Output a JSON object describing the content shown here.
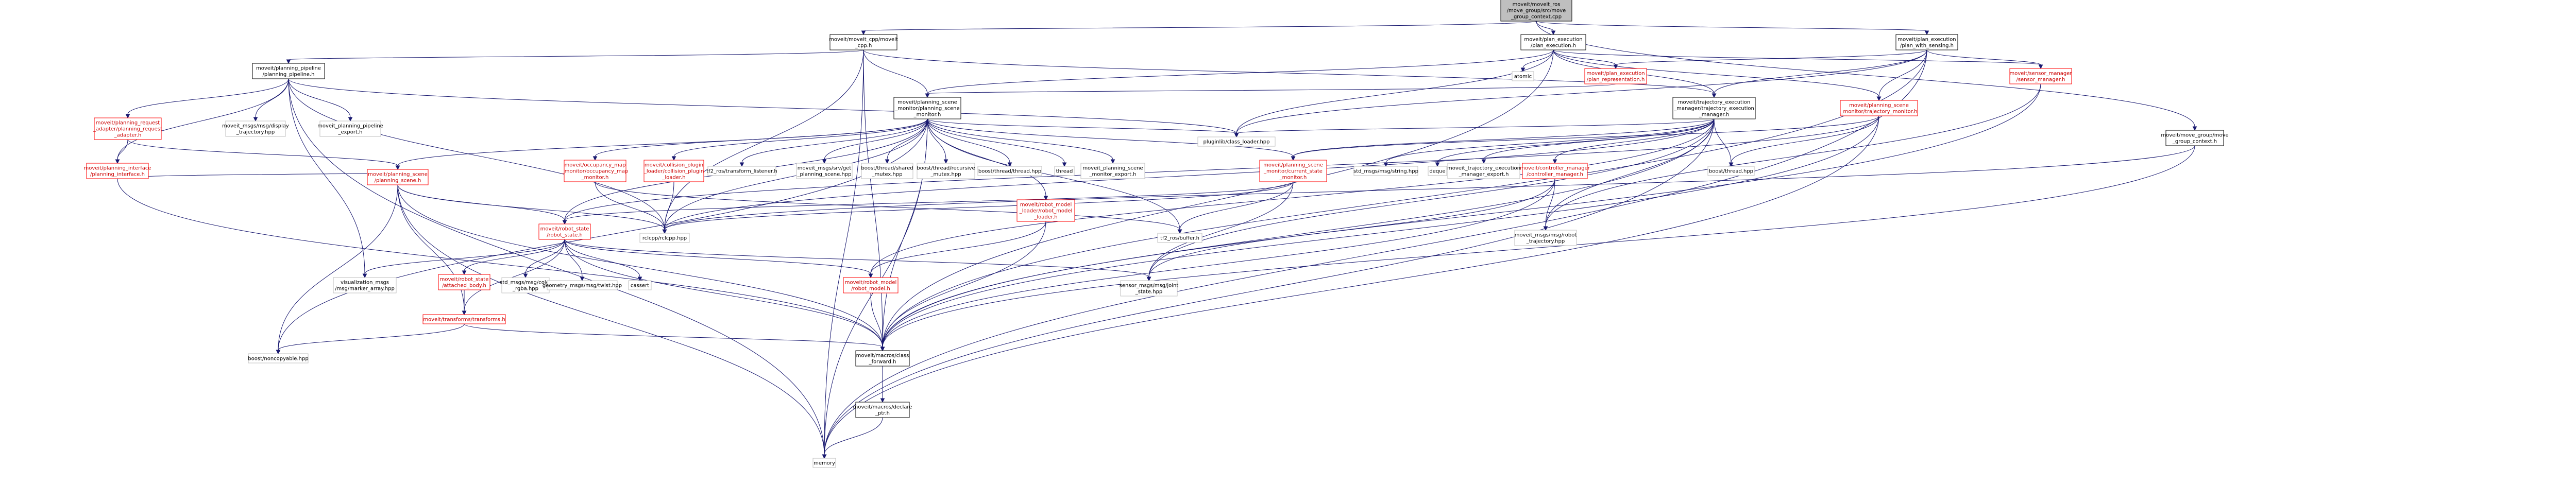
{
  "root": {
    "id": "root",
    "lines": [
      "moveit/moveit_ros",
      "/move_group/src/move",
      "_group_context.cpp"
    ]
  },
  "nodes": {
    "mcpp": {
      "lines": [
        "moveit/moveit_cpp/moveit",
        "_cpp.h"
      ]
    },
    "planexec": {
      "lines": [
        "moveit/plan_execution",
        "/plan_execution.h"
      ]
    },
    "planexecsense": {
      "lines": [
        "moveit/plan_execution",
        "/plan_with_sensing.h"
      ]
    },
    "ppl": {
      "lines": [
        "moveit/planning_pipeline",
        "/planning_pipeline.h"
      ]
    },
    "atomic": {
      "lines": [
        "atomic"
      ]
    },
    "planrep": {
      "lines": [
        "moveit/plan_execution",
        "/plan_representation.h"
      ]
    },
    "sensmgr": {
      "lines": [
        "moveit/sensor_manager",
        "/sensor_manager.h"
      ]
    },
    "psm": {
      "lines": [
        "moveit/planning_scene",
        "_monitor/planning_scene",
        "_monitor.h"
      ]
    },
    "tem": {
      "lines": [
        "moveit/trajectory_execution",
        "_manager/trajectory_execution",
        "_manager.h"
      ]
    },
    "tmon": {
      "lines": [
        "moveit/planning_scene",
        "_monitor/trajectory_monitor.h"
      ]
    },
    "mgctx": {
      "lines": [
        "moveit/move_group/move",
        "_group_context.h"
      ]
    },
    "pra": {
      "lines": [
        "moveit/planning_request",
        "_adapter/planning_request",
        "_adapter.h"
      ]
    },
    "mmdisp": {
      "lines": [
        "moveit_msgs/msg/display",
        "_trajectory.hpp"
      ]
    },
    "pplexp": {
      "lines": [
        "moveit_planning_pipeline",
        "_export.h"
      ]
    },
    "pi": {
      "lines": [
        "moveit/planning_interface",
        "/planning_interface.h"
      ]
    },
    "ps": {
      "lines": [
        "moveit/planning_scene",
        "/planning_scene.h"
      ]
    },
    "occmon": {
      "lines": [
        "moveit/occupancy_map",
        "_monitor/occupancy_map",
        "_monitor.h"
      ]
    },
    "colplug": {
      "lines": [
        "moveit/collision_plugin",
        "_loader/collision_plugin",
        "_loader.h"
      ]
    },
    "tf2list": {
      "lines": [
        "tf2_ros/transform_listener.h"
      ]
    },
    "mmpsh": {
      "lines": [
        "moveit_msgs/srv/get",
        "_planning_scene.hpp"
      ]
    },
    "bsmutex": {
      "lines": [
        "boost/thread/shared",
        "_mutex.hpp"
      ]
    },
    "brmutex": {
      "lines": [
        "boost/thread/recursive",
        "_mutex.hpp"
      ]
    },
    "bthreadhpp": {
      "lines": [
        "boost/thread/thread.hpp"
      ]
    },
    "thread": {
      "lines": [
        "thread"
      ]
    },
    "psmexp": {
      "lines": [
        "moveit_planning_scene",
        "_monitor_export.h"
      ]
    },
    "pluginlib": {
      "lines": [
        "pluginlib/class_loader.hpp"
      ]
    },
    "csm": {
      "lines": [
        "moveit/planning_scene",
        "_monitor/current_state",
        "_monitor.h"
      ]
    },
    "rmloader": {
      "lines": [
        "moveit/robot_model",
        "_loader/robot_model",
        "_loader.h"
      ]
    },
    "stdstring": {
      "lines": [
        "std_msgs/msg/string.hpp"
      ]
    },
    "deque": {
      "lines": [
        "deque"
      ]
    },
    "temexp": {
      "lines": [
        "moveit_trajectory_execution",
        "_manager_export.h"
      ]
    },
    "cm": {
      "lines": [
        "moveit/controller_manager",
        "/controller_manager.h"
      ]
    },
    "bthread": {
      "lines": [
        "boost/thread.hpp"
      ]
    },
    "rs": {
      "lines": [
        "moveit/robot_state",
        "/robot_state.h"
      ]
    },
    "rclcpp": {
      "lines": [
        "rclcpp/rclcpp.hpp"
      ]
    },
    "tf2buf": {
      "lines": [
        "tf2_ros/buffer.h"
      ]
    },
    "mmrobtraj": {
      "lines": [
        "moveit_msgs/msg/robot",
        "_trajectory.hpp"
      ]
    },
    "vis": {
      "lines": [
        "visualization_msgs",
        "/msg/marker_array.hpp"
      ]
    },
    "abody": {
      "lines": [
        "moveit/robot_state",
        "/attached_body.h"
      ]
    },
    "stdcolor": {
      "lines": [
        "std_msgs/msg/color",
        "_rgba.hpp"
      ]
    },
    "geotwist": {
      "lines": [
        "geometry_msgs/msg/twist.hpp"
      ]
    },
    "cassert": {
      "lines": [
        "cassert"
      ]
    },
    "rmodel": {
      "lines": [
        "moveit/robot_model",
        "/robot_model.h"
      ]
    },
    "sensjs": {
      "lines": [
        "sensor_msgs/msg/joint",
        "_state.hpp"
      ]
    },
    "tforms": {
      "lines": [
        "moveit/transforms/transforms.h"
      ]
    },
    "noncopy": {
      "lines": [
        "boost/noncopyable.hpp"
      ]
    },
    "classfwd": {
      "lines": [
        "moveit/macros/class",
        "_forward.h"
      ]
    },
    "declptr": {
      "lines": [
        "moveit/macros/declare",
        "_ptr.h"
      ]
    },
    "memory": {
      "lines": [
        "memory"
      ]
    }
  }
}
